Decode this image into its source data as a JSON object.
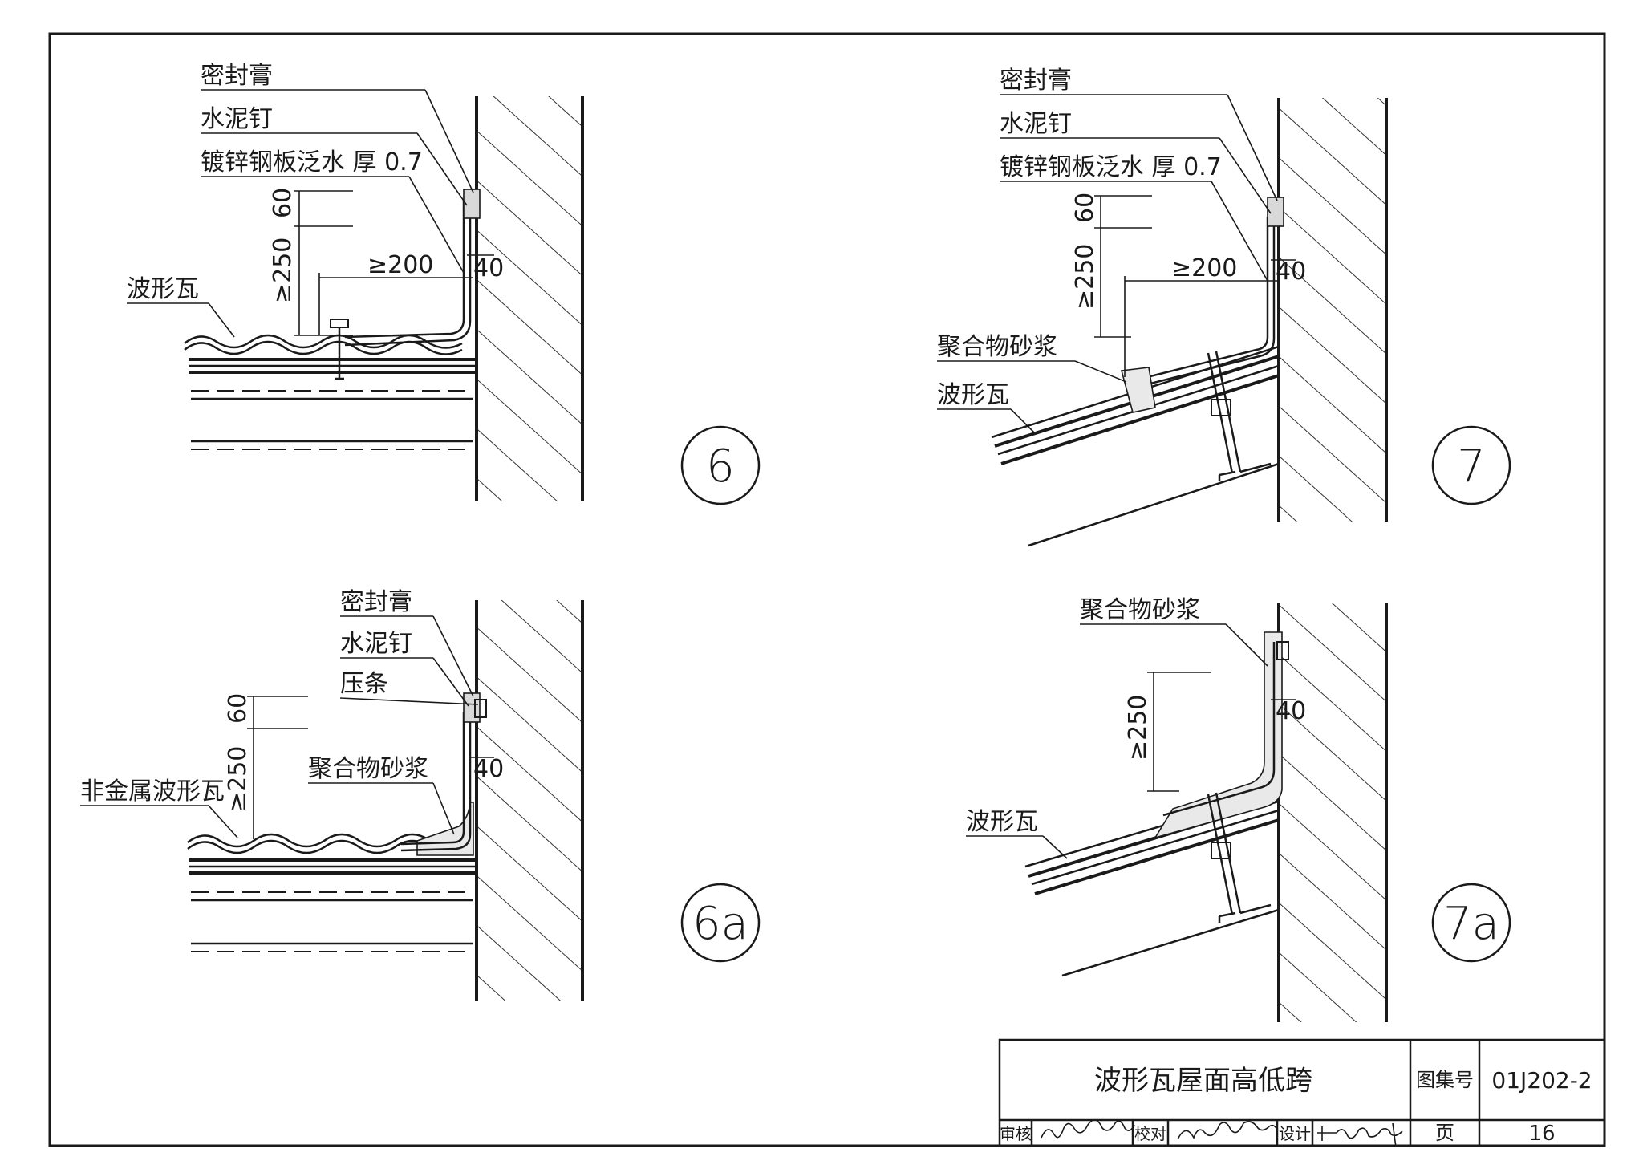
{
  "details": {
    "d6": {
      "badge": "6",
      "labels": {
        "sealant": "密封膏",
        "nail": "水泥钉",
        "flashing": "镀锌钢板泛水 厚 0.7",
        "tile": "波形瓦"
      },
      "dims": {
        "d60": "60",
        "d250": "≥250",
        "d200": "≥200",
        "d40": "40"
      }
    },
    "d7": {
      "badge": "7",
      "labels": {
        "sealant": "密封膏",
        "nail": "水泥钉",
        "flashing": "镀锌钢板泛水 厚 0.7",
        "mortar": "聚合物砂浆",
        "tile": "波形瓦"
      },
      "dims": {
        "d60": "60",
        "d250": "≥250",
        "d200": "≥200",
        "d40": "40"
      }
    },
    "d6a": {
      "badge": "6a",
      "labels": {
        "sealant": "密封膏",
        "nail": "水泥钉",
        "strip": "压条",
        "mortar": "聚合物砂浆",
        "tile": "非金属波形瓦"
      },
      "dims": {
        "d60": "60",
        "d250": "≥250",
        "d40": "40"
      }
    },
    "d7a": {
      "badge": "7a",
      "labels": {
        "mortar": "聚合物砂浆",
        "tile": "波形瓦"
      },
      "dims": {
        "d250": "≥250",
        "d40": "40"
      }
    }
  },
  "title_block": {
    "title": "波形瓦屋面高低跨",
    "atlas_label": "图集号",
    "atlas_no": "01J202-2",
    "review_label": "审核",
    "check_label": "校对",
    "design_label": "设计",
    "page_label": "页",
    "page_no": "16"
  }
}
